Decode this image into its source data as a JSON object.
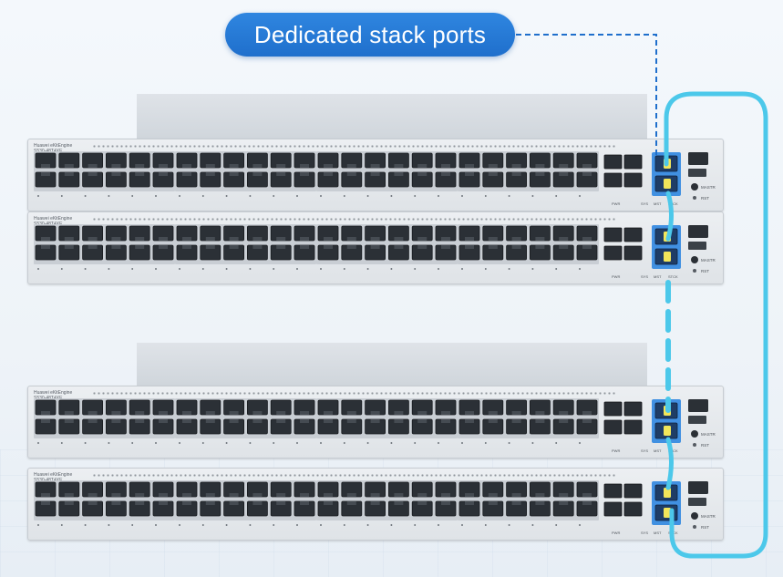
{
  "callout": {
    "label": "Dedicated stack ports"
  },
  "switches": [
    {
      "brand": "Huawei eKitEngine",
      "model": "S530-48T4XE",
      "status_labels": [
        "PWR",
        "SYS",
        "MST",
        "STCK"
      ],
      "button": "MASTR",
      "reset": "RST"
    },
    {
      "brand": "Huawei eKitEngine",
      "model": "S530-48T4XE",
      "status_labels": [
        "PWR",
        "SYS",
        "MST",
        "STCK"
      ],
      "button": "MASTR",
      "reset": "RST"
    },
    {
      "brand": "Huawei eKitEngine",
      "model": "S530-48T4XE",
      "status_labels": [
        "PWR",
        "SYS",
        "MST",
        "STCK"
      ],
      "button": "MASTR",
      "reset": "RST"
    },
    {
      "brand": "Huawei eKitEngine",
      "model": "S530-48T4XE",
      "status_labels": [
        "PWR",
        "SYS",
        "MST",
        "STCK"
      ],
      "button": "MASTR",
      "reset": "RST"
    }
  ],
  "colors": {
    "callout": "#1f6fcc",
    "cable": "#4cc8ea",
    "connector": "#f2e65a",
    "stack_port_highlight": "#2f86e0"
  }
}
